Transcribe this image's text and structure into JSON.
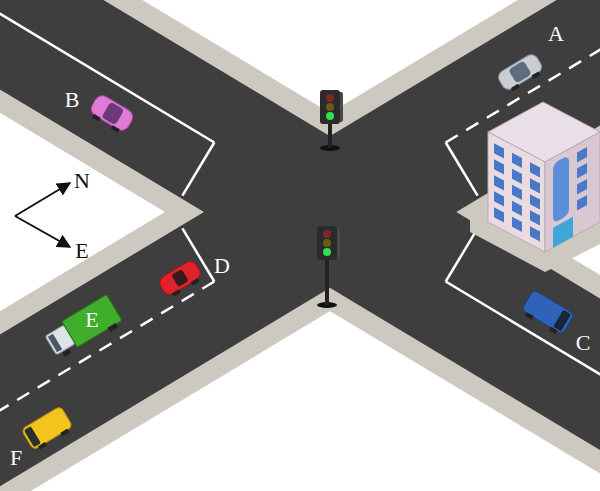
{
  "diagram": {
    "labels": [
      "A",
      "B",
      "N",
      "E",
      "D",
      "E",
      "C",
      "F"
    ]
  }
}
